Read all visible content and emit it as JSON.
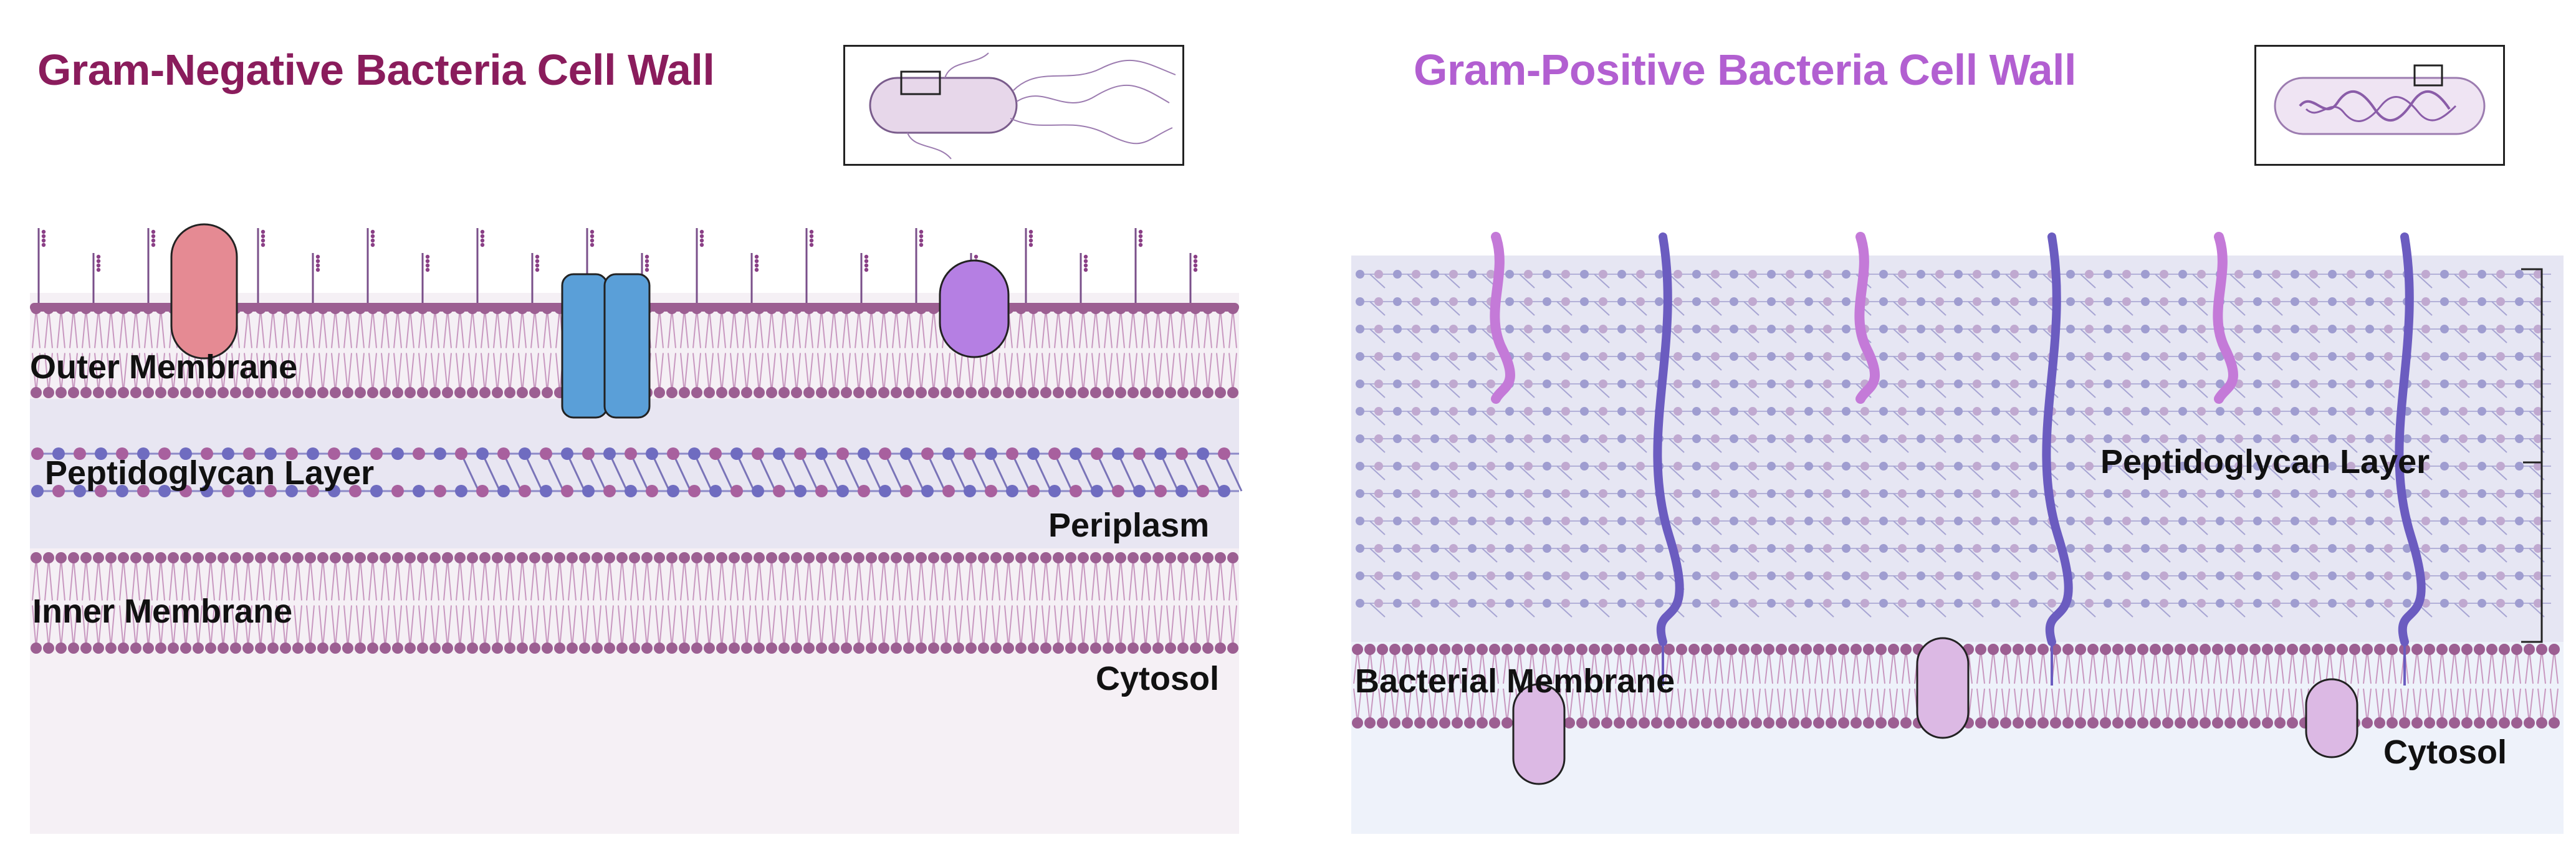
{
  "gram_negative": {
    "title": "Gram-Negative Bacteria Cell Wall",
    "title_color": "#8a1c5c",
    "labels": {
      "outer_membrane": "Outer Membrane",
      "peptidoglycan_layer": "Peptidoglycan Layer",
      "periplasm": "Periplasm",
      "inner_membrane": "Inner Membrane",
      "cytosol": "Cytosol"
    }
  },
  "gram_positive": {
    "title": "Gram-Positive Bacteria Cell Wall",
    "title_color": "#b25fd1",
    "labels": {
      "peptidoglycan_layer": "Peptidoglycan Layer",
      "bacterial_membrane": "Bacterial Membrane",
      "cytosol": "Cytosol"
    }
  },
  "colors": {
    "lipid_head": "#9c5f92",
    "lipid_tail": "#c898c0",
    "background_neg": "#f5f0f5",
    "band_neg": "#e8e6f2",
    "background_pos": "#eef2fa",
    "pg_band_pos": "#e6e6f3",
    "teichoic_acid": "#6b5cc0",
    "lipoteichoic_acid": "#c47ad8",
    "protein_red": "#e58a93",
    "protein_blue": "#5a9fd8",
    "protein_purple": "#b57fe3",
    "protein_light": "#dcb9e4"
  }
}
